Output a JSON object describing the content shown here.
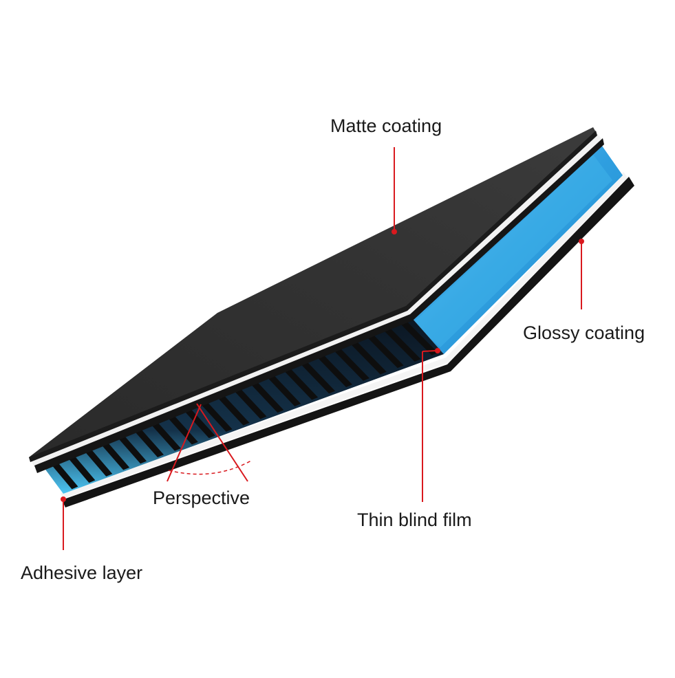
{
  "labels": {
    "matte": "Matte coating",
    "glossy": "Glossy coating",
    "thin": "Thin blind film",
    "perspective": "Perspective",
    "adhesive": "Adhesive layer"
  },
  "colors": {
    "matte_surface": "#2b2b2b",
    "film_blue": "#3aa8e8",
    "film_light": "#86d8f7",
    "frame_black": "#111111",
    "leader_red": "#d9191e"
  }
}
